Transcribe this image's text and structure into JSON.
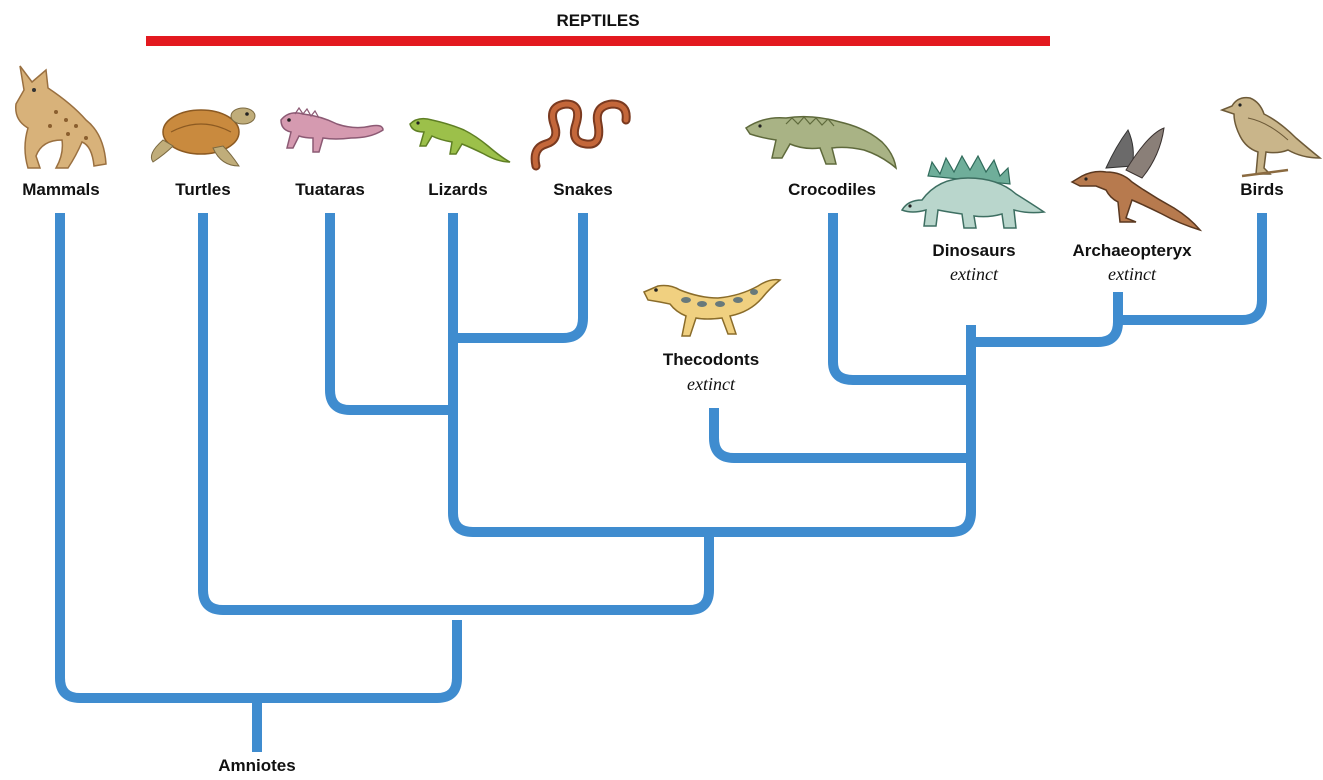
{
  "group": {
    "label": "REPTILES",
    "color": "#e3191f"
  },
  "root": {
    "label": "Amniotes"
  },
  "taxa": {
    "mammals": {
      "label": "Mammals"
    },
    "turtles": {
      "label": "Turtles"
    },
    "tuataras": {
      "label": "Tuataras"
    },
    "lizards": {
      "label": "Lizards"
    },
    "snakes": {
      "label": "Snakes"
    },
    "thecodonts": {
      "label": "Thecodonts",
      "status": "extinct"
    },
    "crocodiles": {
      "label": "Crocodiles"
    },
    "dinosaurs": {
      "label": "Dinosaurs",
      "status": "extinct"
    },
    "archaeopteryx": {
      "label": "Archaeopteryx",
      "status": "extinct"
    },
    "birds": {
      "label": "Birds"
    }
  },
  "branch_color": "#3f8ccf"
}
